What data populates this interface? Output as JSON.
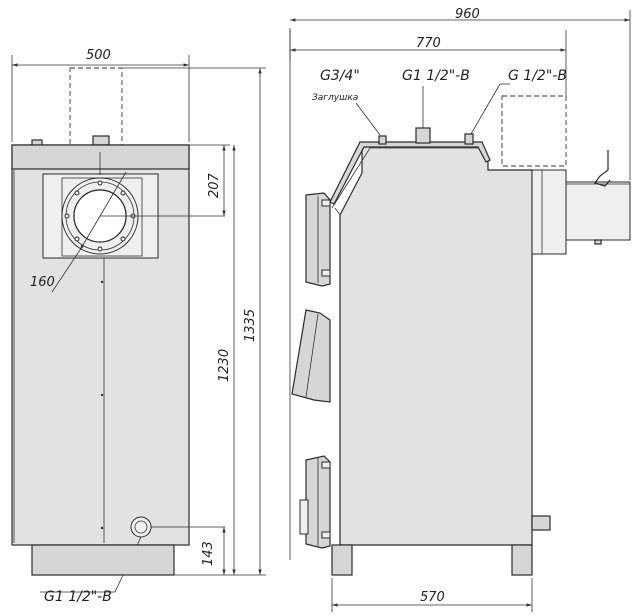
{
  "dimensions": {
    "front_width": "500",
    "front_flue_offset": "207",
    "front_flue_diameter": "160",
    "front_height_body": "1230",
    "front_height_total": "1335",
    "front_bottom_offset": "143",
    "side_total_width": "960",
    "side_body_width": "770",
    "side_base_width": "570"
  },
  "connections": {
    "top_left": "G3/4\"",
    "top_left_note": "Заглушка",
    "top_middle": "G1 1/2\"-B",
    "top_right": "G 1/2\"-B",
    "bottom_front": "G1 1/2\"-B"
  },
  "colors": {
    "stroke": "#2b2b2b",
    "body_fill": "#e2e2e2",
    "background": "#ffffff"
  }
}
